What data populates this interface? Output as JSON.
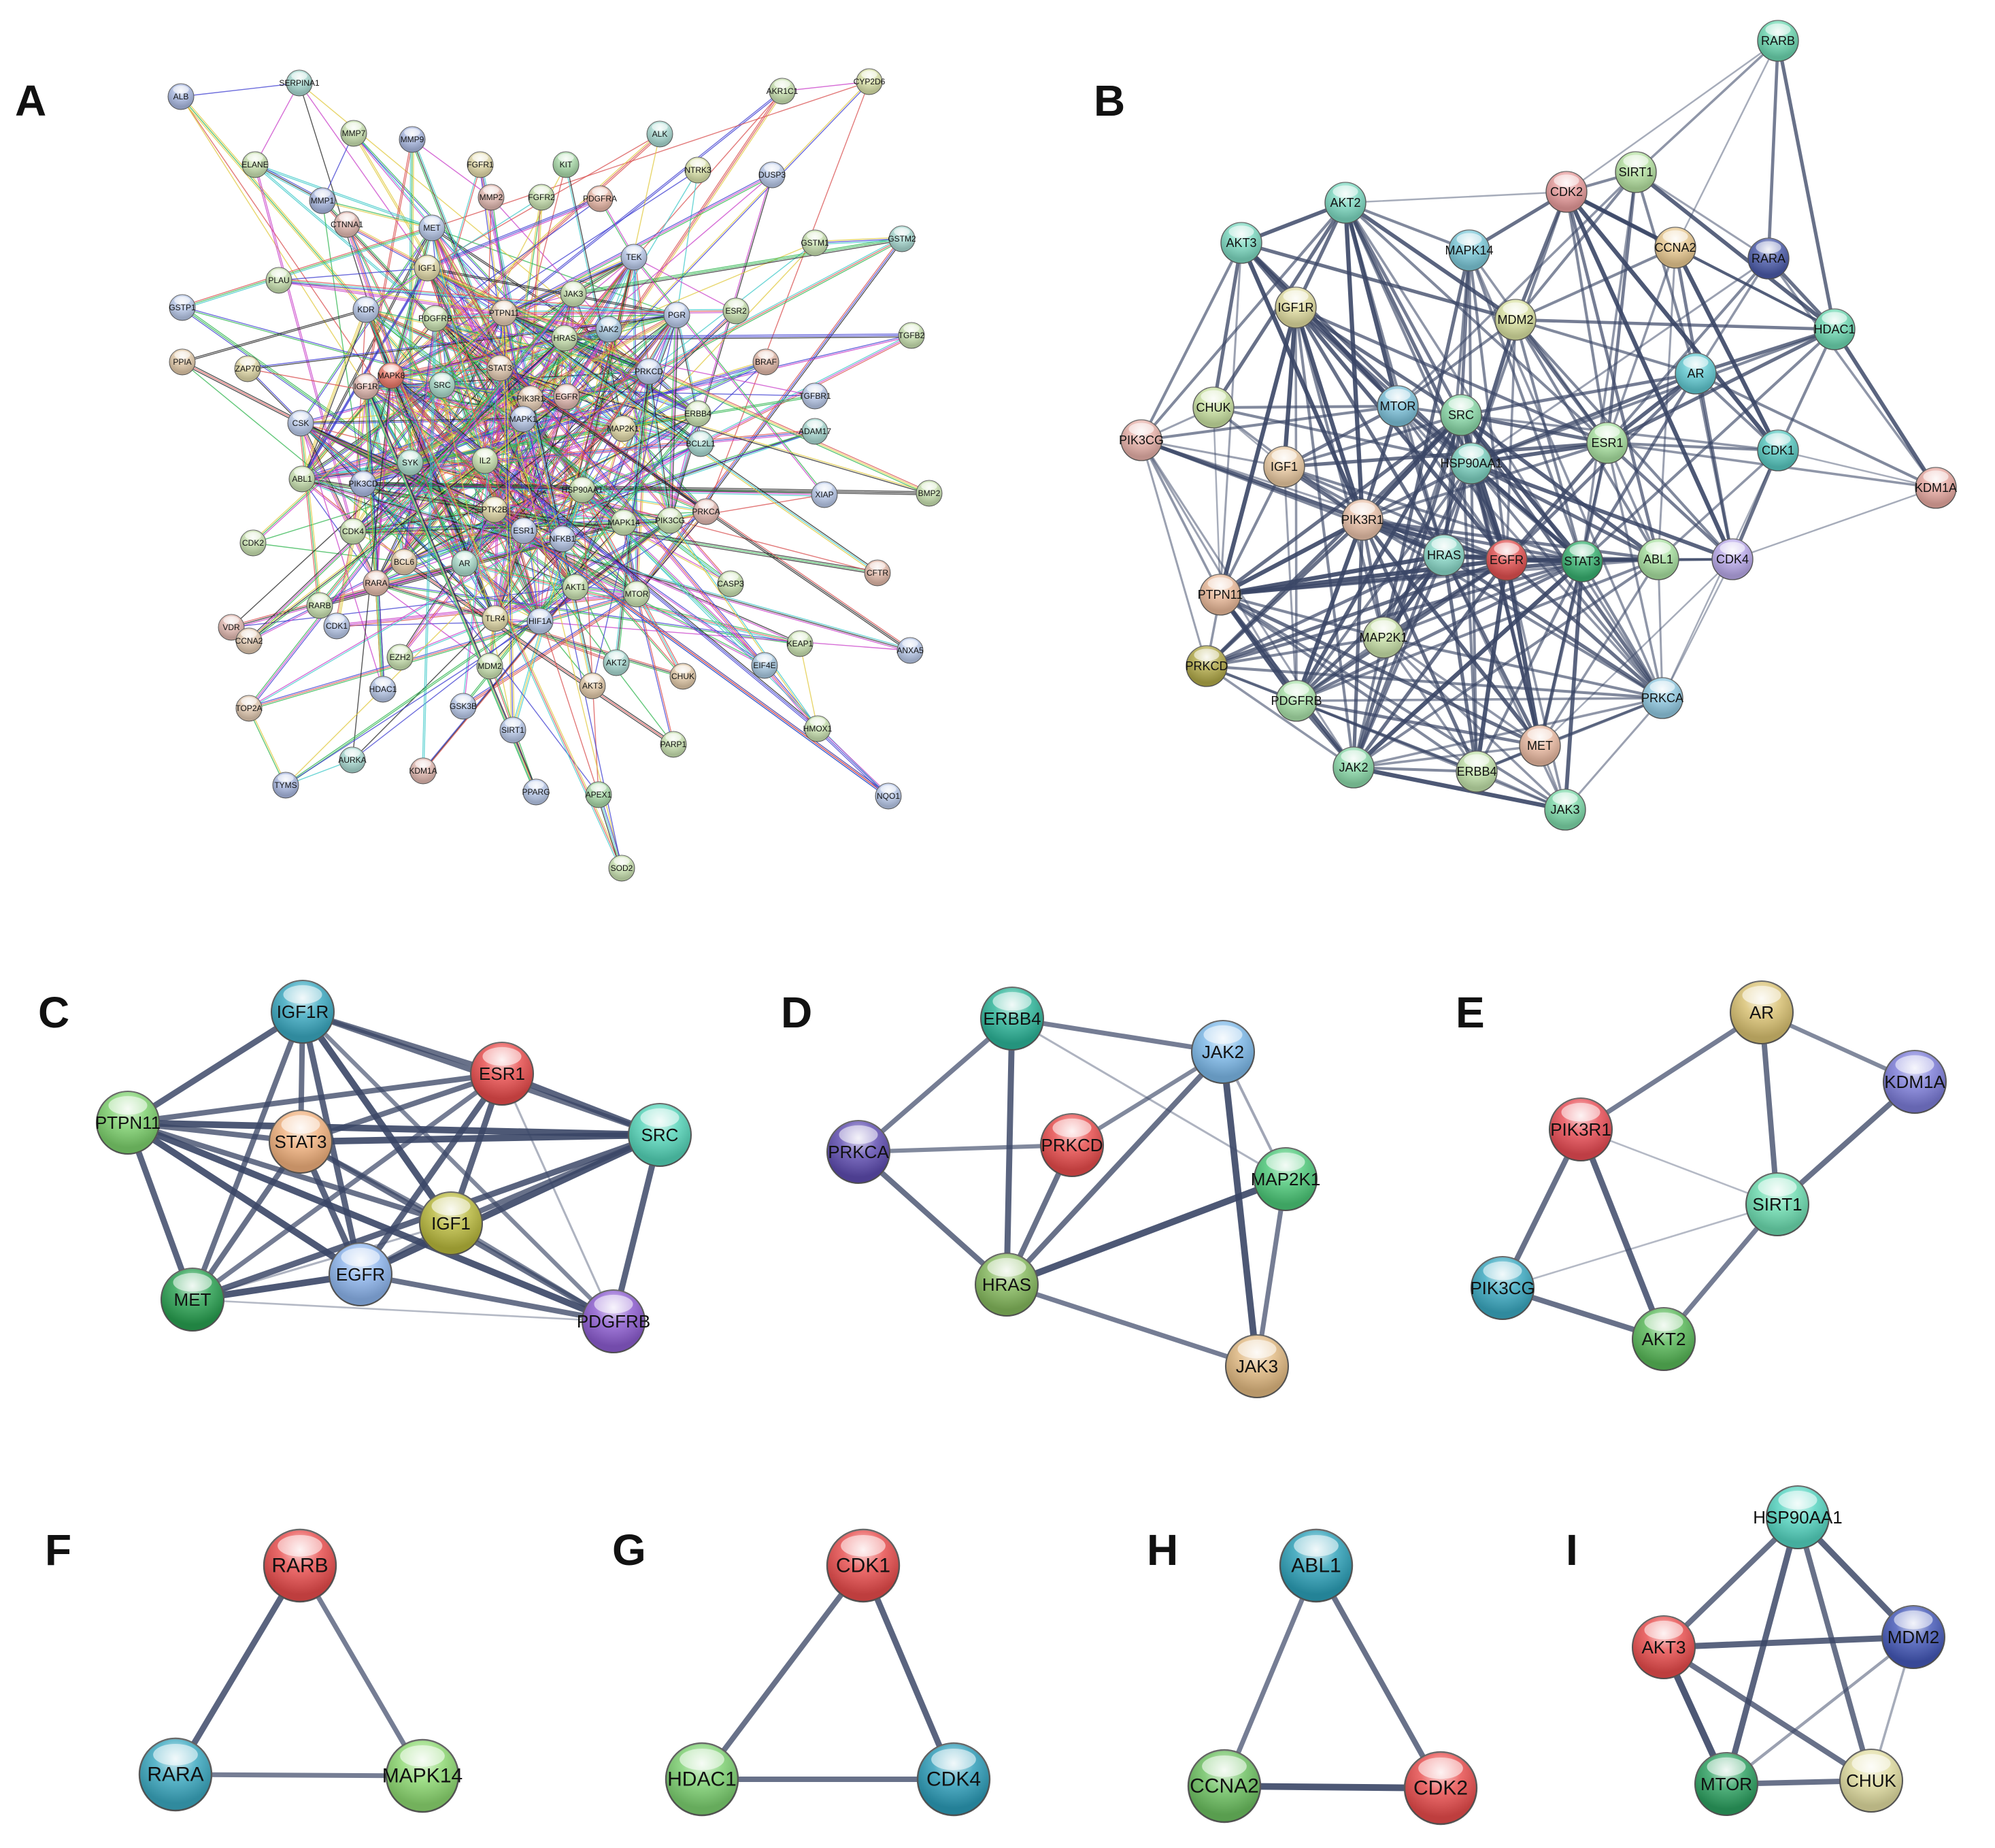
{
  "figure": {
    "panels": [
      {
        "letter": "A",
        "edge_style": "evidence",
        "nodes": [
          {
            "label": "ALB",
            "color": "#a9b8e0"
          },
          {
            "label": "SERPINA1",
            "color": "#a8d8d0"
          },
          {
            "label": "AKR1C1",
            "color": "#c8e0b0"
          },
          {
            "label": "CYP2D6",
            "color": "#d8e0a8"
          },
          {
            "label": "MMP7",
            "color": "#c8e0b0"
          },
          {
            "label": "MMP9",
            "color": "#a9b8e0"
          },
          {
            "label": "ELANE",
            "color": "#c8e0b0"
          },
          {
            "label": "FGFR1",
            "color": "#e0d8a8"
          },
          {
            "label": "ALK",
            "color": "#a8d8d0"
          },
          {
            "label": "NTRK3",
            "color": "#d8e0a8"
          },
          {
            "label": "DUSP3",
            "color": "#b8c8e8"
          },
          {
            "label": "MMP1",
            "color": "#a9b8e0"
          },
          {
            "label": "MMP2",
            "color": "#e0b8b0"
          },
          {
            "label": "KIT",
            "color": "#a8d8a8"
          },
          {
            "label": "FGFR2",
            "color": "#c8e0b0"
          },
          {
            "label": "PDGFRA",
            "color": "#e8b8a8"
          },
          {
            "label": "GSTM1",
            "color": "#c8e0b0"
          },
          {
            "label": "GSTM2",
            "color": "#a8d8d0"
          },
          {
            "label": "MET",
            "color": "#b8c8e8"
          },
          {
            "label": "CTNNA1",
            "color": "#e0b8b0"
          },
          {
            "label": "IGF1",
            "color": "#e0d8a8"
          },
          {
            "label": "TEK",
            "color": "#b8c8e8"
          },
          {
            "label": "PLAU",
            "color": "#c8e0b0"
          },
          {
            "label": "JAK3",
            "color": "#c8e0b0"
          },
          {
            "label": "GSTP1",
            "color": "#b8c8e8"
          },
          {
            "label": "PDGFRB",
            "color": "#c8e0b0"
          },
          {
            "label": "PTPN11",
            "color": "#e0c8b0"
          },
          {
            "label": "JAK2",
            "color": "#a8c8e0"
          },
          {
            "label": "PGR",
            "color": "#b8c8e8"
          },
          {
            "label": "ESR2",
            "color": "#c8e0b0"
          },
          {
            "label": "TGFB2",
            "color": "#c8e0b0"
          },
          {
            "label": "KDR",
            "color": "#b8c8e8"
          },
          {
            "label": "HRAS",
            "color": "#c8e0b0"
          },
          {
            "label": "PPIA",
            "color": "#e0c8a8"
          },
          {
            "label": "ZAP70",
            "color": "#e0d8a8"
          },
          {
            "label": "MAPK8",
            "color": "#e87868"
          },
          {
            "label": "IGF1R",
            "color": "#e0b8b0"
          },
          {
            "label": "SRC",
            "color": "#a8d8c8"
          },
          {
            "label": "STAT3",
            "color": "#e0c8b0"
          },
          {
            "label": "PRKCD",
            "color": "#b8c8e8"
          },
          {
            "label": "BRAF",
            "color": "#e0b8a8"
          },
          {
            "label": "TGFBR1",
            "color": "#b8c8e8"
          },
          {
            "label": "PIK3R1",
            "color": "#e0c8b0"
          },
          {
            "label": "EGFR",
            "color": "#e0b8b0"
          },
          {
            "label": "ERBB4",
            "color": "#c8e0b0"
          },
          {
            "label": "CSK",
            "color": "#b8c8e8"
          },
          {
            "label": "MAPK1",
            "color": "#b8c8e8"
          },
          {
            "label": "MAP2K1",
            "color": "#e0d8a8"
          },
          {
            "label": "BCL2L1",
            "color": "#a8d8d0"
          },
          {
            "label": "ADAM17",
            "color": "#a8d8d0"
          },
          {
            "label": "SYK",
            "color": "#a8d8c8"
          },
          {
            "label": "IL2",
            "color": "#c8e0b0"
          },
          {
            "label": "ABL1",
            "color": "#c8e0b0"
          },
          {
            "label": "PIK3CD",
            "color": "#a9b8e0"
          },
          {
            "label": "XIAP",
            "color": "#b8c8e8"
          },
          {
            "label": "BMP2",
            "color": "#c8e0b0"
          },
          {
            "label": "HSP90AA1",
            "color": "#c8e0b0"
          },
          {
            "label": "PTK2B",
            "color": "#e0d8a8"
          },
          {
            "label": "PRKCA",
            "color": "#e0b8b0"
          },
          {
            "label": "MAPK14",
            "color": "#c8e0b0"
          },
          {
            "label": "PIK3CG",
            "color": "#c8e0b0"
          },
          {
            "label": "ESR1",
            "color": "#b8c8e8"
          },
          {
            "label": "CDK4",
            "color": "#c8e0b0"
          },
          {
            "label": "CDK2",
            "color": "#c8e0b0"
          },
          {
            "label": "BCL6",
            "color": "#e0c8a8"
          },
          {
            "label": "NFKB1",
            "color": "#b8c8e8"
          },
          {
            "label": "AR",
            "color": "#a8d8c8"
          },
          {
            "label": "RARA",
            "color": "#e0b8a8"
          },
          {
            "label": "CASP3",
            "color": "#c8e0b0"
          },
          {
            "label": "CFTR",
            "color": "#e0b8a8"
          },
          {
            "label": "AKT1",
            "color": "#c8e0b0"
          },
          {
            "label": "MTOR",
            "color": "#c8e0b0"
          },
          {
            "label": "RARB",
            "color": "#c8e0b0"
          },
          {
            "label": "TLR4",
            "color": "#e0d8a8"
          },
          {
            "label": "HIF1A",
            "color": "#b8c8e8"
          },
          {
            "label": "VDR",
            "color": "#e0b8b0"
          },
          {
            "label": "CDK1",
            "color": "#b8c8e8"
          },
          {
            "label": "CCNA2",
            "color": "#e0c8b0"
          },
          {
            "label": "KEAP1",
            "color": "#c8e0b0"
          },
          {
            "label": "ANXA5",
            "color": "#b8c8e8"
          },
          {
            "label": "EZH2",
            "color": "#c8e0b0"
          },
          {
            "label": "MDM2",
            "color": "#c8e0b0"
          },
          {
            "label": "AKT2",
            "color": "#a8d8d0"
          },
          {
            "label": "AKT3",
            "color": "#e0c8a8"
          },
          {
            "label": "CHUK",
            "color": "#e0c8a8"
          },
          {
            "label": "EIF4E",
            "color": "#a8c8e0"
          },
          {
            "label": "HDAC1",
            "color": "#b8c8e8"
          },
          {
            "label": "GSK3B",
            "color": "#b8c8e8"
          },
          {
            "label": "TOP2A",
            "color": "#e0c8b0"
          },
          {
            "label": "SIRT1",
            "color": "#b8c8e8"
          },
          {
            "label": "HMOX1",
            "color": "#c8e0b0"
          },
          {
            "label": "PARP1",
            "color": "#c8e0b0"
          },
          {
            "label": "AURKA",
            "color": "#a8d8d0"
          },
          {
            "label": "KDM1A",
            "color": "#e0b8b0"
          },
          {
            "label": "TYMS",
            "color": "#a9b8e0"
          },
          {
            "label": "PPARG",
            "color": "#b8c8e8"
          },
          {
            "label": "APEX1",
            "color": "#a8d8a8"
          },
          {
            "label": "NQO1",
            "color": "#b8c8e8"
          },
          {
            "label": "SOD2",
            "color": "#c8e0b0"
          }
        ]
      },
      {
        "letter": "B",
        "edge_style": "confidence",
        "nodes": [
          {
            "label": "RARB",
            "color": "#6cd6b0"
          },
          {
            "label": "CDK2",
            "color": "#e69a9a"
          },
          {
            "label": "SIRT1",
            "color": "#b4e0a0"
          },
          {
            "label": "AKT2",
            "color": "#7cd8c0"
          },
          {
            "label": "AKT3",
            "color": "#7cd8c0"
          },
          {
            "label": "MAPK14",
            "color": "#7cc8d8"
          },
          {
            "label": "CCNA2",
            "color": "#e8c890"
          },
          {
            "label": "RARA",
            "color": "#4a5aa8"
          },
          {
            "label": "HDAC1",
            "color": "#6cd6b0"
          },
          {
            "label": "IGF1R",
            "color": "#e0dca0"
          },
          {
            "label": "MDM2",
            "color": "#d8e0a0"
          },
          {
            "label": "AR",
            "color": "#60c8d0"
          },
          {
            "label": "CHUK",
            "color": "#c8e0a0"
          },
          {
            "label": "MTOR",
            "color": "#7cc0d8"
          },
          {
            "label": "SRC",
            "color": "#8ad8a8"
          },
          {
            "label": "PIK3CG",
            "color": "#e6b0a8"
          },
          {
            "label": "ESR1",
            "color": "#a8e0a0"
          },
          {
            "label": "CDK1",
            "color": "#58c8c0"
          },
          {
            "label": "HSP90AA1",
            "color": "#7cd0c0"
          },
          {
            "label": "IGF1",
            "color": "#e8c8a0"
          },
          {
            "label": "KDM1A",
            "color": "#e6a8a0"
          },
          {
            "label": "PIK3R1",
            "color": "#e8c0a8"
          },
          {
            "label": "HRAS",
            "color": "#8ad8c8"
          },
          {
            "label": "EGFR",
            "color": "#e05050"
          },
          {
            "label": "STAT3",
            "color": "#38b070"
          },
          {
            "label": "ABL1",
            "color": "#a8e0a0"
          },
          {
            "label": "CDK4",
            "color": "#b8a8e8"
          },
          {
            "label": "PTPN11",
            "color": "#e8b898"
          },
          {
            "label": "MAP2K1",
            "color": "#c8e0a8"
          },
          {
            "label": "PRKCD",
            "color": "#b0a848"
          },
          {
            "label": "PDGFRB",
            "color": "#a8e0a8"
          },
          {
            "label": "PRKCA",
            "color": "#90c8e0"
          },
          {
            "label": "MET",
            "color": "#e8b8a0"
          },
          {
            "label": "JAK2",
            "color": "#8ad8a8"
          },
          {
            "label": "ERBB4",
            "color": "#c0e0a8"
          },
          {
            "label": "JAK3",
            "color": "#7cd8a8"
          }
        ]
      },
      {
        "letter": "C",
        "edge_style": "confidence",
        "nodes": [
          {
            "label": "IGF1R",
            "color": "#3aa8c0"
          },
          {
            "label": "ESR1",
            "color": "#e84c4c"
          },
          {
            "label": "PTPN11",
            "color": "#7cd06c"
          },
          {
            "label": "STAT3",
            "color": "#f0b07c"
          },
          {
            "label": "SRC",
            "color": "#54d4b8"
          },
          {
            "label": "IGF1",
            "color": "#b8b83c"
          },
          {
            "label": "EGFR",
            "color": "#8cb4ec"
          },
          {
            "label": "MET",
            "color": "#28a050"
          },
          {
            "label": "PDGFRB",
            "color": "#8c5cd0"
          }
        ]
      },
      {
        "letter": "D",
        "edge_style": "confidence",
        "nodes": [
          {
            "label": "ERBB4",
            "color": "#2cb498"
          },
          {
            "label": "JAK2",
            "color": "#7cb8e8"
          },
          {
            "label": "PRKCA",
            "color": "#5e4cb0"
          },
          {
            "label": "PRKCD",
            "color": "#e84c4c"
          },
          {
            "label": "MAP2K1",
            "color": "#4cc878"
          },
          {
            "label": "HRAS",
            "color": "#84b85c"
          },
          {
            "label": "JAK3",
            "color": "#e0b880"
          }
        ]
      },
      {
        "letter": "E",
        "edge_style": "confidence",
        "nodes": [
          {
            "label": "AR",
            "color": "#d8c070"
          },
          {
            "label": "KDM1A",
            "color": "#7c7cd8"
          },
          {
            "label": "PIK3R1",
            "color": "#e84c54"
          },
          {
            "label": "SIRT1",
            "color": "#6cdcb0"
          },
          {
            "label": "PIK3CG",
            "color": "#3aa8c0"
          },
          {
            "label": "AKT2",
            "color": "#58b858"
          }
        ]
      },
      {
        "letter": "F",
        "edge_style": "confidence",
        "nodes": [
          {
            "label": "RARB",
            "color": "#e84c4c"
          },
          {
            "label": "RARA",
            "color": "#3aa8c0"
          },
          {
            "label": "MAPK14",
            "color": "#8cd870"
          }
        ]
      },
      {
        "letter": "G",
        "edge_style": "confidence",
        "nodes": [
          {
            "label": "CDK1",
            "color": "#e84c4c"
          },
          {
            "label": "HDAC1",
            "color": "#7cd070"
          },
          {
            "label": "CDK4",
            "color": "#2c9cb8"
          }
        ]
      },
      {
        "letter": "H",
        "edge_style": "confidence",
        "nodes": [
          {
            "label": "ABL1",
            "color": "#2ca0b8"
          },
          {
            "label": "CCNA2",
            "color": "#6cc060"
          },
          {
            "label": "CDK2",
            "color": "#e84c4c"
          }
        ]
      },
      {
        "letter": "I",
        "edge_style": "confidence",
        "nodes": [
          {
            "label": "HSP90AA1",
            "color": "#54d4c0"
          },
          {
            "label": "AKT3",
            "color": "#e84c4c"
          },
          {
            "label": "MDM2",
            "color": "#4458b8"
          },
          {
            "label": "MTOR",
            "color": "#2ca060"
          },
          {
            "label": "CHUK",
            "color": "#e0dca0"
          }
        ]
      }
    ]
  }
}
